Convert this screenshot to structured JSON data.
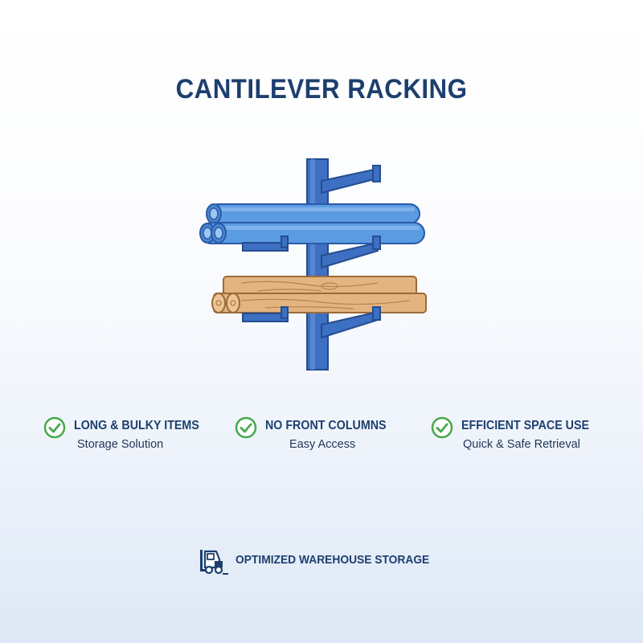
{
  "title": "CANTILEVER RACKING",
  "features": [
    {
      "title": "LONG & BULKY ITEMS",
      "subtitle": "Storage Solution",
      "icon": "check-circle-icon"
    },
    {
      "title": "NO FRONT COLUMNS",
      "subtitle": "Easy Access",
      "icon": "check-circle-icon"
    },
    {
      "title": "EFFICIENT SPACE USE",
      "subtitle": "Quick & Safe Retrieval",
      "icon": "check-circle-icon"
    }
  ],
  "footer": {
    "text": "OPTIMIZED WAREHOUSE STORAGE",
    "icon": "forklift-icon"
  },
  "colors": {
    "title": "#1d3f6e",
    "rack": "#3d6fc2",
    "pipe": "#5b9be2",
    "timber": "#e3b47f",
    "check": "#45a84a"
  }
}
